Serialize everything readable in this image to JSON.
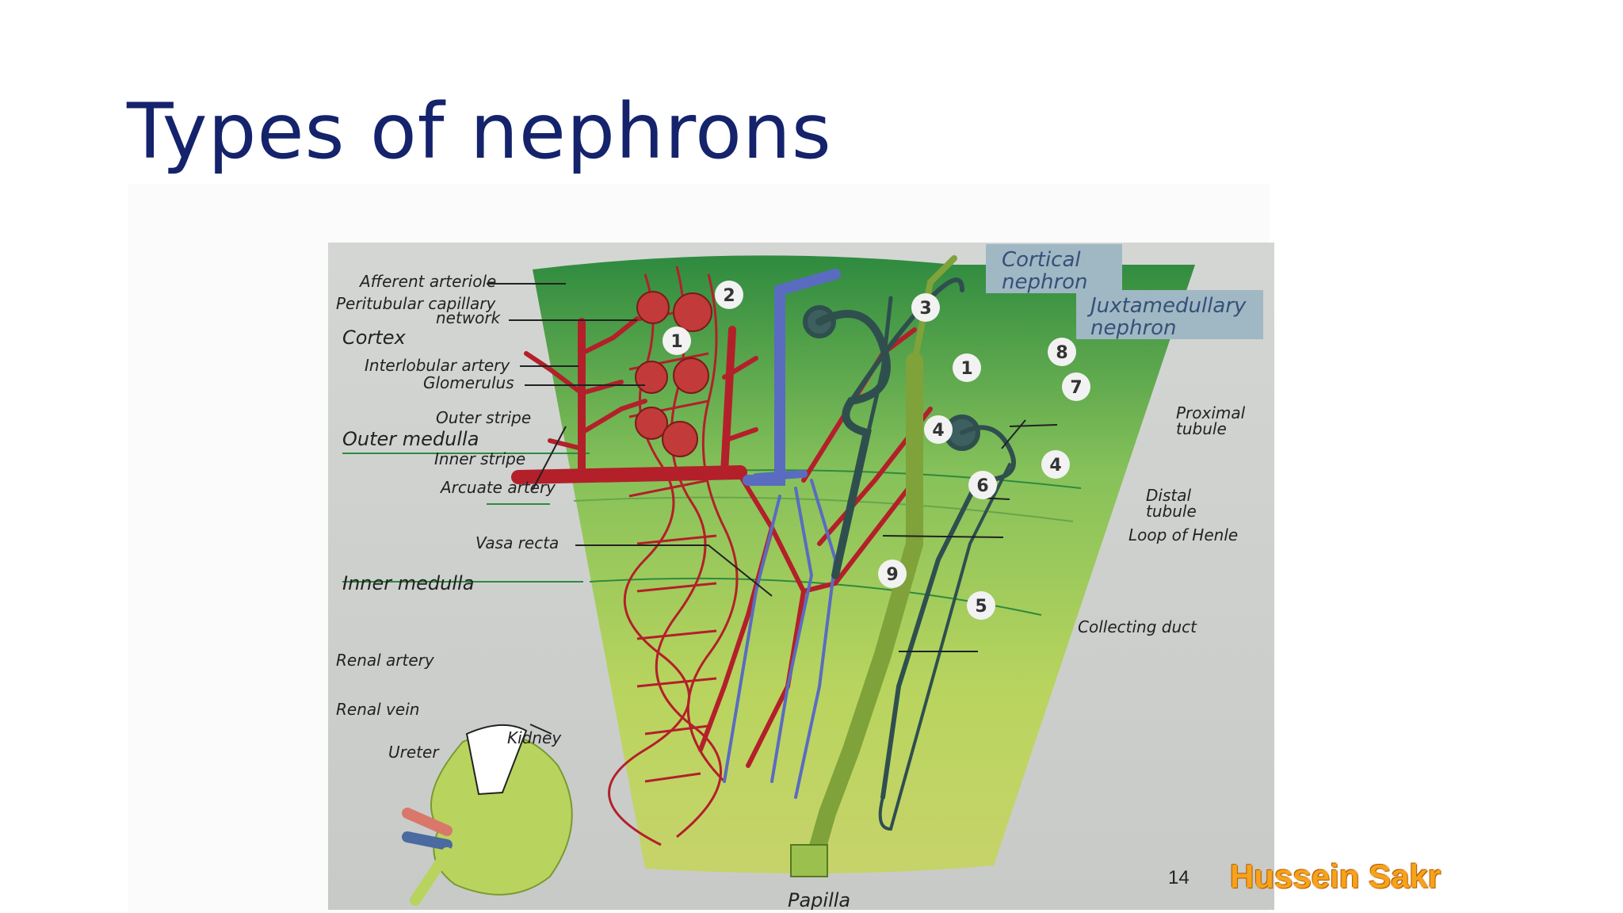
{
  "slide": {
    "title": "Types of nephrons",
    "slide_number": "14",
    "author": "Hussein Sakr"
  },
  "diagram": {
    "regions": {
      "cortex": "Cortex",
      "outer_medulla": "Outer medulla",
      "outer_stripe": "Outer stripe",
      "inner_stripe": "Inner stripe",
      "inner_medulla": "Inner medulla"
    },
    "labels_left": {
      "afferent_arteriole": "Afferent arteriole",
      "peritubular_1": "Peritubular capillary",
      "peritubular_2": "network",
      "interlobular_artery": "Interlobular artery",
      "glomerulus": "Glomerulus",
      "arcuate_artery": "Arcuate artery",
      "vasa_recta": "Vasa recta",
      "renal_artery": "Renal artery",
      "renal_vein": "Renal vein",
      "ureter": "Ureter",
      "kidney": "Kidney",
      "papilla": "Papilla"
    },
    "labels_right": {
      "cortical_1": "Cortical",
      "cortical_2": "nephron",
      "juxta_1": "Juxtamedullary",
      "juxta_2": "nephron",
      "proximal_1": "Proximal",
      "proximal_2": "tubule",
      "distal_1": "Distal",
      "distal_2": "tubule",
      "loop": "Loop of Henle",
      "collecting": "Collecting duct"
    },
    "numbers": {
      "n1a": "1",
      "n2": "2",
      "n3": "3",
      "n1b": "1",
      "n8": "8",
      "n7": "7",
      "n4a": "4",
      "n4b": "4",
      "n6": "6",
      "n9": "9",
      "n5": "5"
    },
    "colors": {
      "artery": "#b3202a",
      "vein": "#5a6cc0",
      "tubule": "#2f4f4f",
      "duct": "#7fa23a",
      "badge": "#9fb8c3"
    }
  }
}
